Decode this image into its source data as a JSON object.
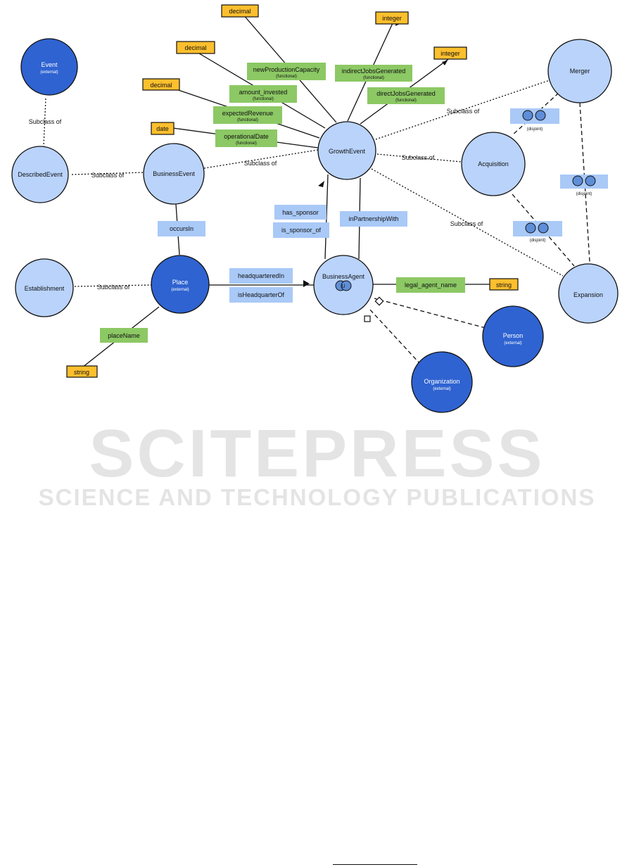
{
  "nodes": {
    "event": {
      "label": "Event",
      "note": "(external)"
    },
    "described_event": {
      "label": "DescribedEvent"
    },
    "business_event": {
      "label": "BusinessEvent"
    },
    "growth_event": {
      "label": "GrowthEvent"
    },
    "merger": {
      "label": "Merger"
    },
    "acquisition": {
      "label": "Acquisition"
    },
    "expansion": {
      "label": "Expansion"
    },
    "establishment": {
      "label": "Establishment"
    },
    "place": {
      "label": "Place",
      "note": "(external)"
    },
    "business_agent": {
      "label": "BusinessAgent"
    },
    "person": {
      "label": "Person",
      "note": "(external)"
    },
    "organization": {
      "label": "Organization",
      "note": "(external)"
    }
  },
  "subclass_label": "Subclass of",
  "disjoint_label": "(disjoint)",
  "object_properties": {
    "occurs_in": "occursIn",
    "has_sponsor": "has_sponsor",
    "is_sponsor_of": "is_sponsor_of",
    "in_partnership_with": "inPartnershipWith",
    "headquartered_in": "headquarteredIn",
    "is_headquarter_of": "isHeadquarterOf"
  },
  "data_properties": {
    "new_production_capacity": {
      "label": "newProductionCapacity",
      "note": "(functional)"
    },
    "amount_invested": {
      "label": "amount_invested",
      "note": "(functional)"
    },
    "expected_revenue": {
      "label": "expectedRevenue",
      "note": "(functional)"
    },
    "operational_date": {
      "label": "operationalDate",
      "note": "(functional)"
    },
    "indirect_jobs_generated": {
      "label": "indirectJobsGenerated",
      "note": "(functional)"
    },
    "direct_jobs_generated": {
      "label": "directJobsGenerated",
      "note": "(functional)"
    },
    "legal_agent_name": {
      "label": "legal_agent_name"
    },
    "place_name": {
      "label": "placeName"
    }
  },
  "datatypes": {
    "decimal": "decimal",
    "integer": "integer",
    "date": "date",
    "string": "string"
  },
  "colors": {
    "class_light": "#b9d3fb",
    "class_external": "#2f63d1",
    "object_property": "#a9c9f7",
    "data_property": "#8cc864",
    "datatype": "#fdbf2d"
  },
  "watermark": {
    "title": "SCITEPRESS",
    "subtitle": "SCIENCE AND TECHNOLOGY PUBLICATIONS"
  }
}
